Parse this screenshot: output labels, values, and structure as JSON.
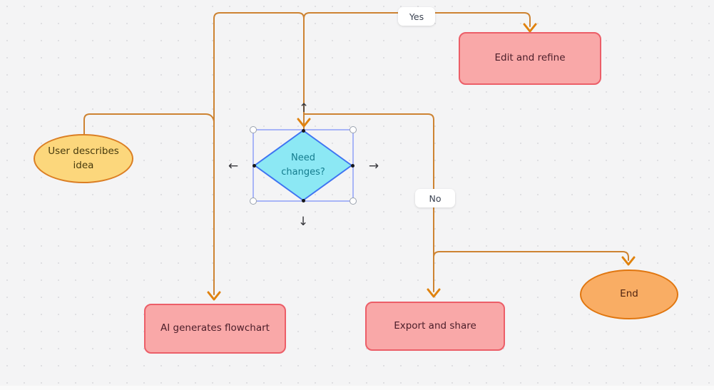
{
  "app": {
    "canvas": "flowchart-editor",
    "palette": {
      "background": "#f4f4f5",
      "grid_dot": "#dfdfe2",
      "edge_line": "#cd8332",
      "edge_arrow": "#e0820e",
      "selection_outline": "#a8b5f7",
      "handle_border": "#9aa2ae",
      "direction_arrow": "#35353a",
      "edge_label_text": "#3b4352"
    }
  },
  "nodes": {
    "user": {
      "label": "User describes idea",
      "shape": "ellipse",
      "fill": "#fcd77c",
      "border": "#db7e23",
      "text_color": "#473a0d"
    },
    "edit": {
      "label": "Edit and refine",
      "shape": "rect",
      "fill": "#f9a8a8",
      "border": "#ec5e68",
      "text_color": "#4a1d29"
    },
    "decision": {
      "label": "Need changes?",
      "shape": "diamond",
      "fill": "#8ce8f4",
      "border": "#3f74f2",
      "text_color": "#157c8e",
      "selected": true
    },
    "ai": {
      "label": "AI generates flowchart",
      "shape": "rect",
      "fill": "#f9a8a8",
      "border": "#ec5e68",
      "text_color": "#4a1d29"
    },
    "export": {
      "label": "Export and share",
      "shape": "rect",
      "fill": "#f9a8a8",
      "border": "#ec5e68",
      "text_color": "#4a1d29"
    },
    "end": {
      "label": "End",
      "shape": "ellipse",
      "fill": "#f9ad64",
      "border": "#e0760f",
      "text_color": "#512410"
    }
  },
  "edge_labels": {
    "yes": "Yes",
    "no": "No"
  },
  "selection": {
    "arrow_glyphs": {
      "up": "↑",
      "down": "↓",
      "left": "←",
      "right": "→"
    }
  }
}
